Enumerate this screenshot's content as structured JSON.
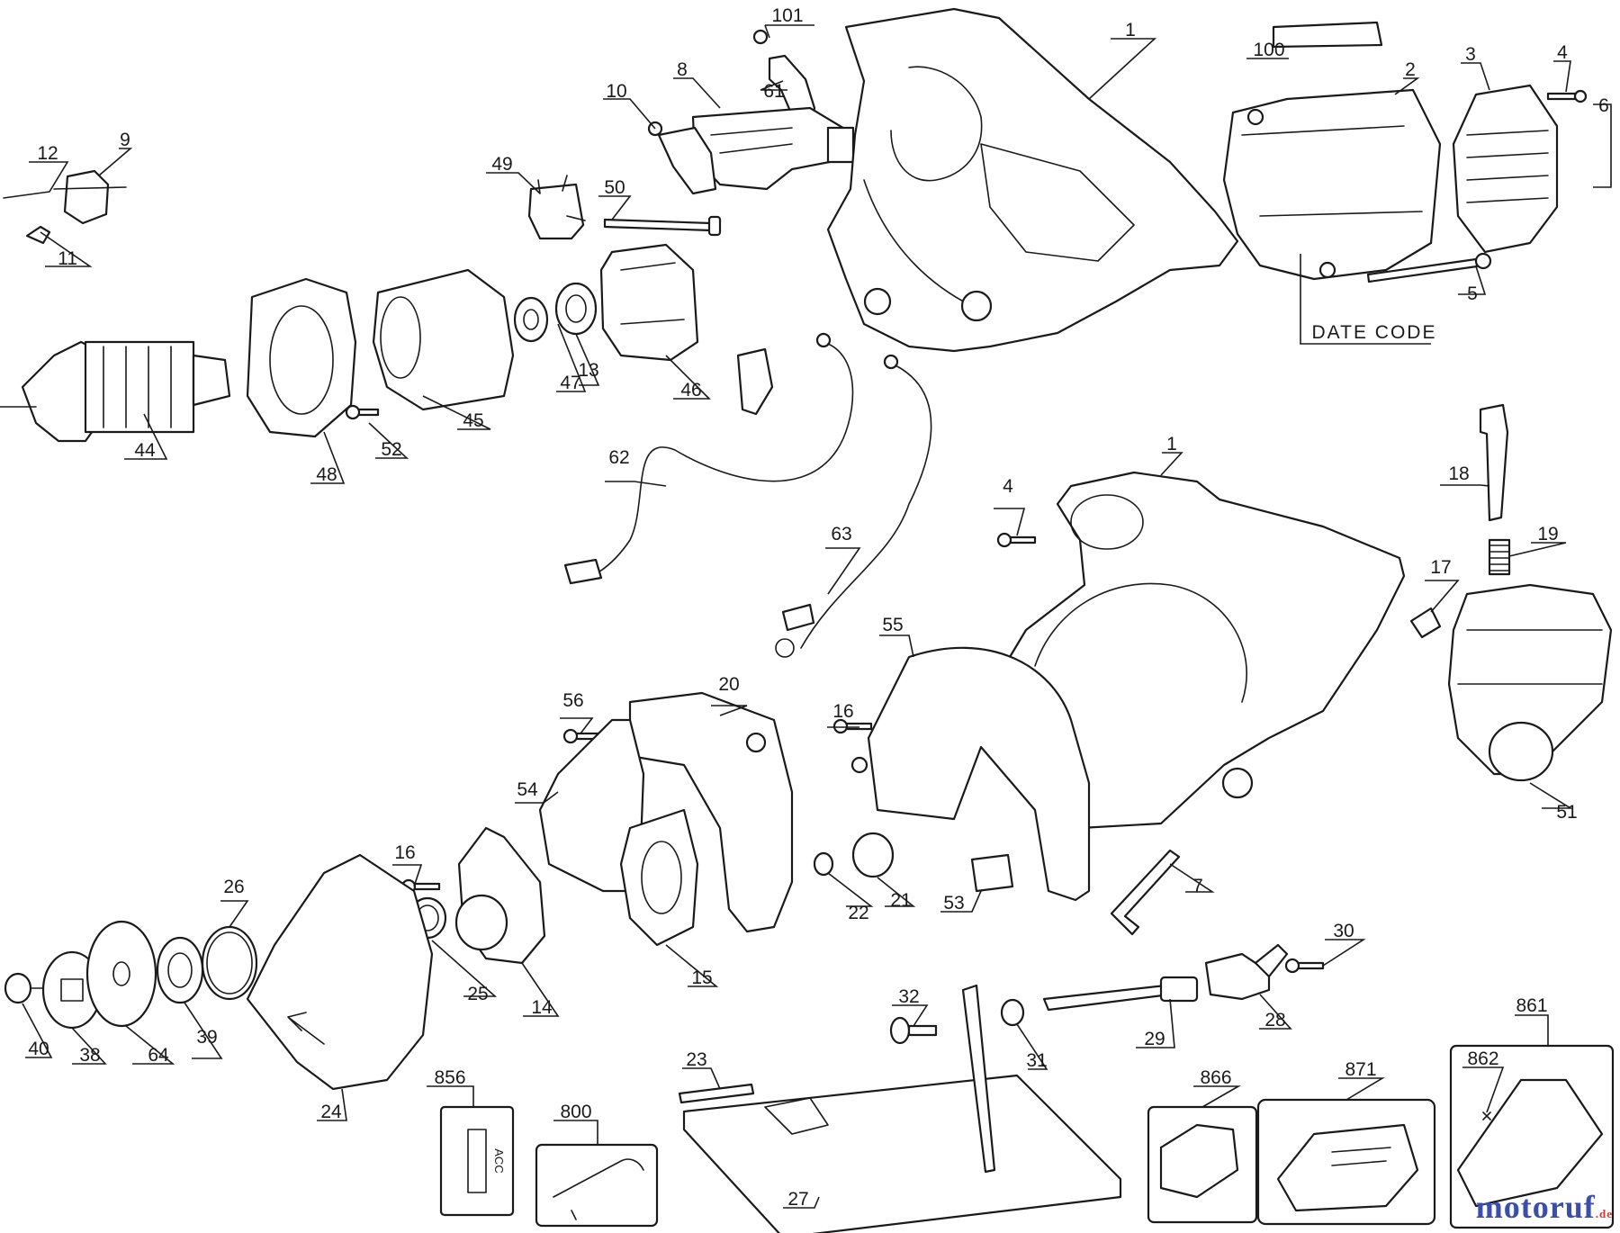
{
  "diagram": {
    "type": "exploded-parts-diagram",
    "callouts": {
      "c101": "101",
      "c1a": "1",
      "c100": "100",
      "c3": "3",
      "c4a": "4",
      "c2": "2",
      "c6": "6",
      "c8": "8",
      "c61": "61",
      "c10": "10",
      "c12": "12",
      "c9": "9",
      "c49": "49",
      "c50": "50",
      "c11": "11",
      "c5": "5",
      "c47": "47",
      "c13": "13",
      "c46": "46",
      "c45": "45",
      "c52": "52",
      "c44": "44",
      "c48": "48",
      "c62": "62",
      "c1b": "1",
      "c4b": "4",
      "c18": "18",
      "c19": "19",
      "c63": "63",
      "c17": "17",
      "c55": "55",
      "c20": "20",
      "c56": "56",
      "c16a": "16",
      "c54": "54",
      "c16b": "16",
      "c51": "51",
      "c26": "26",
      "c7": "7",
      "c22": "22",
      "c21": "21",
      "c53": "53",
      "c15": "15",
      "c25": "25",
      "c14": "14",
      "c30": "30",
      "c40": "40",
      "c38": "38",
      "c64": "64",
      "c39": "39",
      "c32": "32",
      "c29": "29",
      "c31": "31",
      "c28": "28",
      "c24": "24",
      "c861": "861",
      "c856": "856",
      "c800": "800",
      "c23": "23",
      "c866": "866",
      "c871": "871",
      "c862": "862",
      "c27": "27"
    },
    "date_code_label": "DATE CODE",
    "acc_label": "ACC"
  },
  "watermark": {
    "text": "motoruf",
    "suffix": ".de"
  }
}
